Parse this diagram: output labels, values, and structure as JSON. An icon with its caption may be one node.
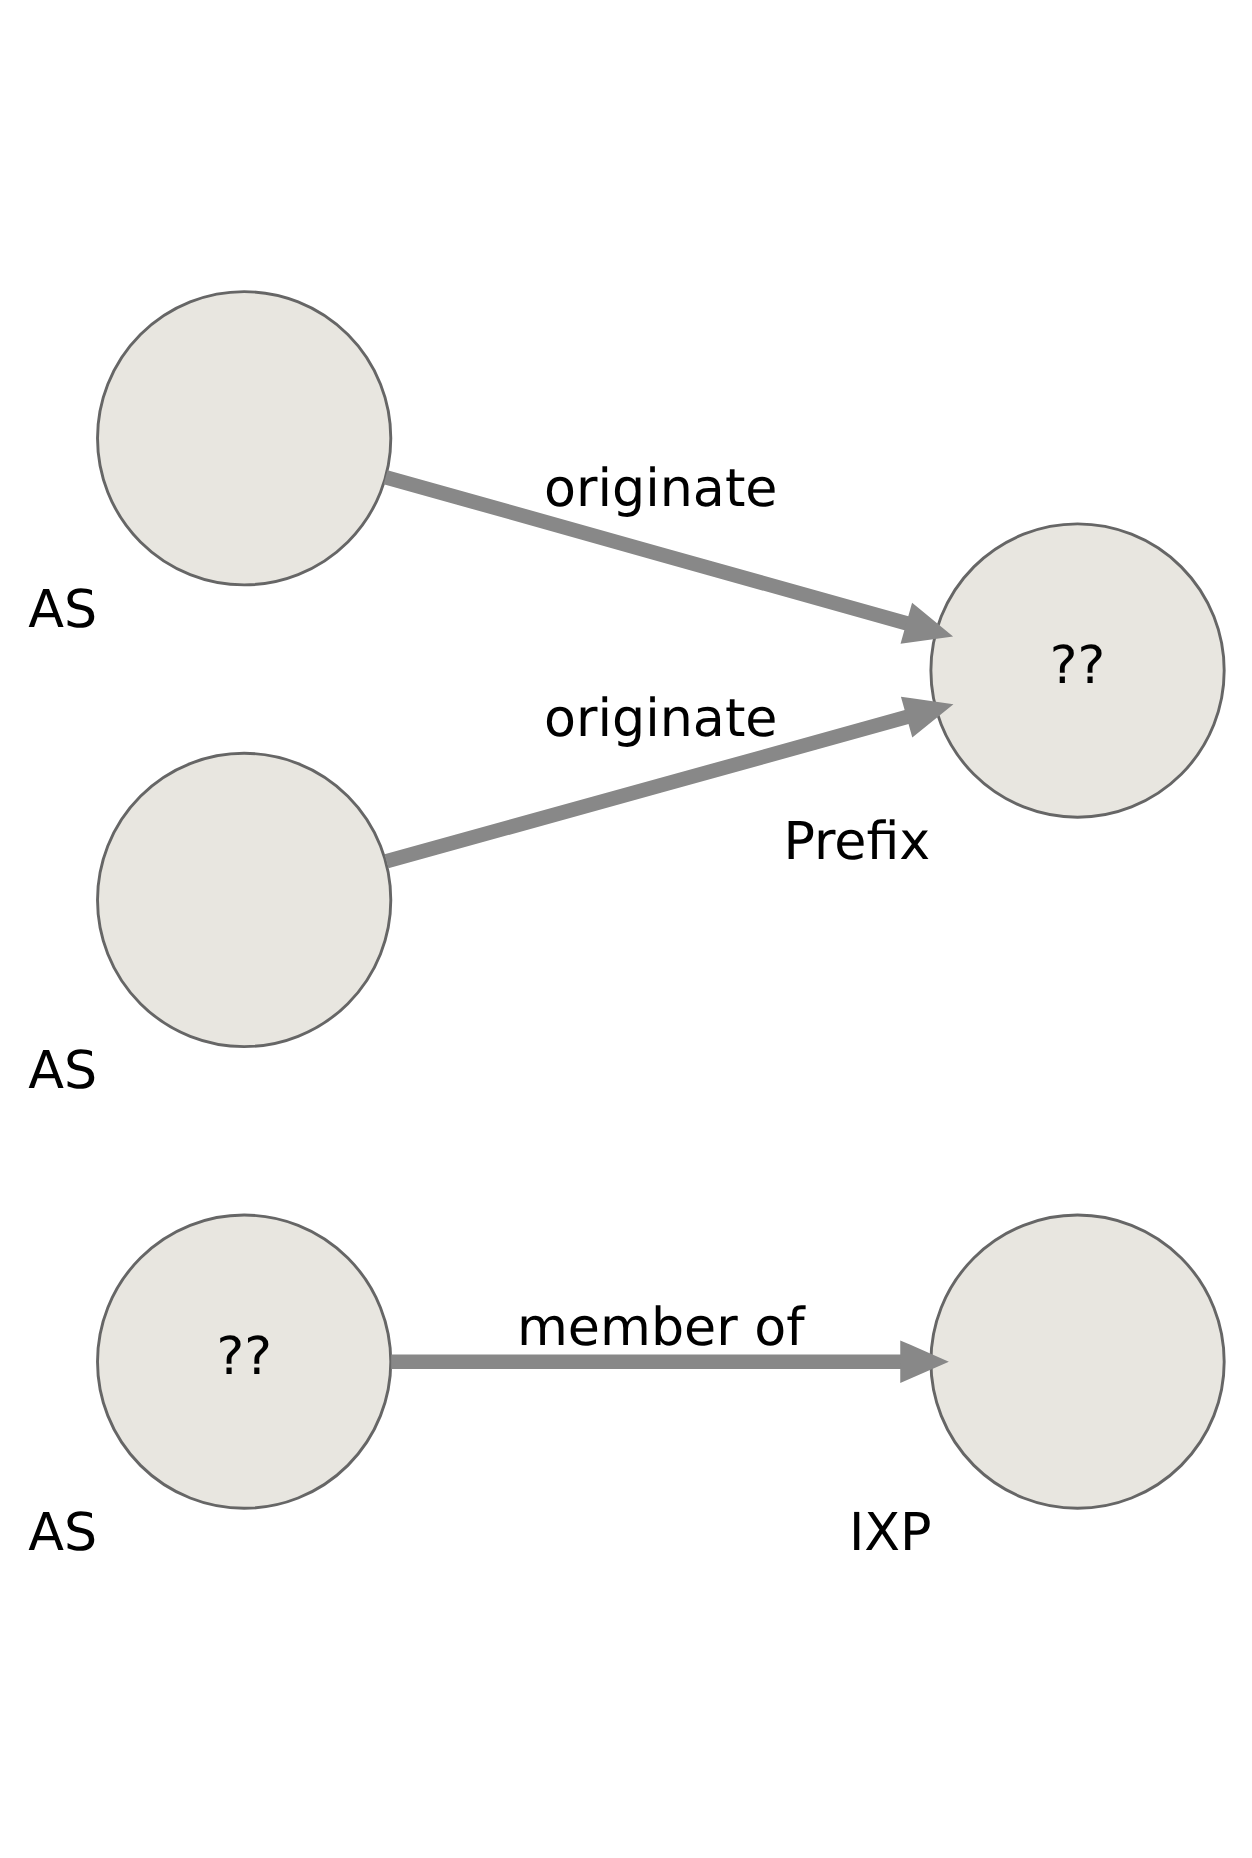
{
  "diagram": {
    "nodes": [
      {
        "text": [
          "AS",
          "??"
        ]
      },
      {
        "text": [
          "IXP"
        ]
      },
      {
        "text": [
          "AS"
        ]
      },
      {
        "text": [
          "Prefix",
          "??"
        ]
      },
      {
        "text": [
          "AS"
        ]
      }
    ],
    "edges": [
      {
        "from": 0,
        "to": 1,
        "arrow": "to",
        "label": "member of"
      },
      {
        "from": 2,
        "to": 3,
        "arrow": "to",
        "label": "originate"
      },
      {
        "from": 4,
        "to": 3,
        "arrow": "to",
        "label": "originate"
      }
    ]
  }
}
